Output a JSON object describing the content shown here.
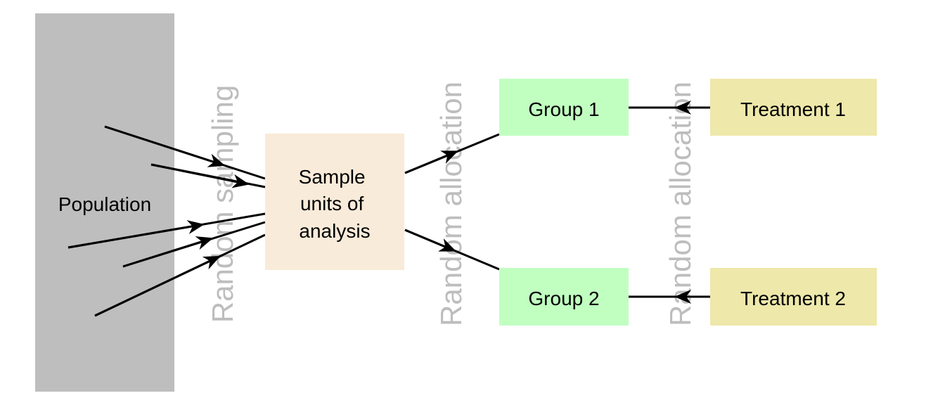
{
  "diagram": {
    "population": {
      "label": "Population",
      "color": "#bebebe"
    },
    "sample": {
      "lines": [
        "Sample",
        "units of",
        "analysis"
      ],
      "color": "#f9ebd9"
    },
    "group1": {
      "label": "Group 1",
      "color": "#c1ffc1"
    },
    "group2": {
      "label": "Group 2",
      "color": "#c1ffc1"
    },
    "treatment1": {
      "label": "Treatment 1",
      "color": "#eee8aa"
    },
    "treatment2": {
      "label": "Treatment 2",
      "color": "#eee8aa"
    },
    "labels": {
      "random_sampling": "Random sampling",
      "random_allocation_1": "Random allocation",
      "random_allocation_2": "Random allocation"
    },
    "label_color": "#bdbdbd"
  }
}
